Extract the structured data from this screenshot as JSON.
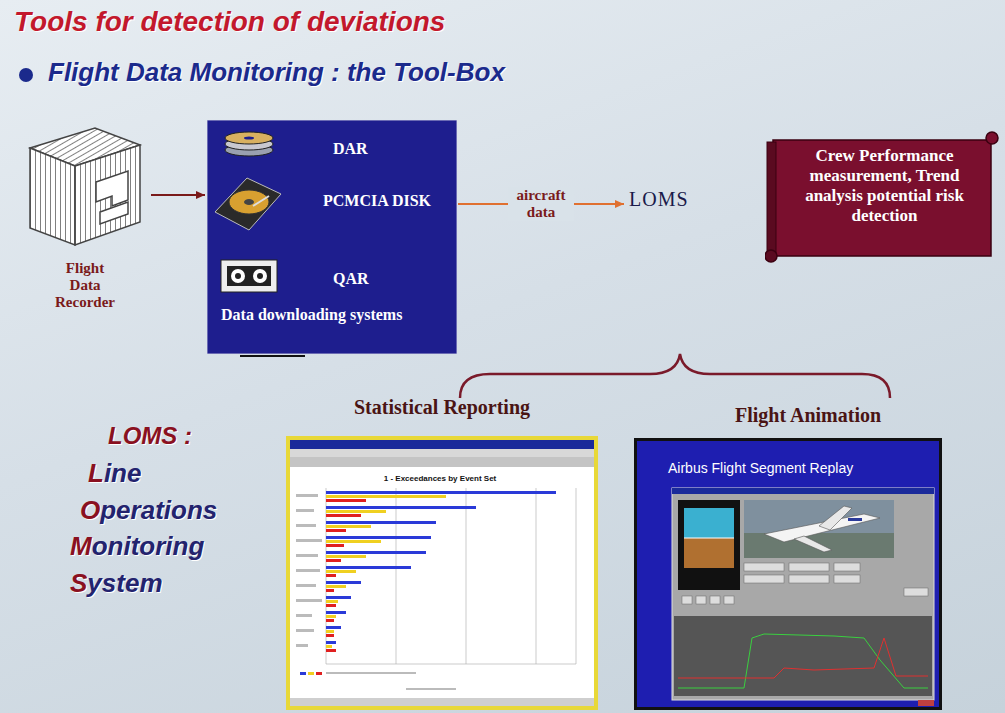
{
  "diagram": {
    "title": "Tools for detection of deviations",
    "nodes": [
      {
        "text": [
          "Flight Data Recorder"
        ]
      },
      {
        "text": [
          "DAR",
          "PCMCIA DISK",
          "QAR",
          "Data downloading systems"
        ]
      },
      {
        "text": [
          "LOMS"
        ]
      },
      {
        "text": [
          "Crew Performance measurement, Trend analysis potential risk detection"
        ]
      },
      {
        "text": [
          "Statistical Reporting"
        ]
      },
      {
        "text": [
          "Flight Animation",
          "Airbus Flight Segment Replay"
        ]
      }
    ],
    "edges": [
      {
        "from": 0,
        "to": 1,
        "arrow": "to"
      },
      {
        "from": 1,
        "to": 2,
        "label": "aircraft data",
        "arrow": "to"
      }
    ],
    "labels": [
      "Flight Data Monitoring : the Tool-Box",
      "LOMS :",
      "Line",
      "Operations",
      "Monitoring",
      "System",
      "1 - Exceedances by Event Set"
    ]
  }
}
